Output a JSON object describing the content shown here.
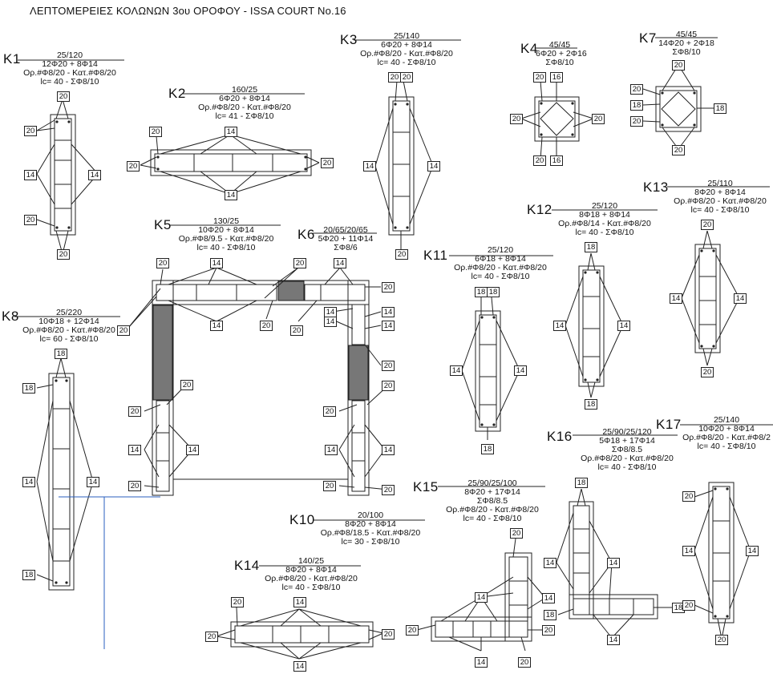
{
  "title": "ΛΕΠΤΟΜΕΡΕΙΕΣ ΚΟΛΩΝΩΝ 3ου ΟΡΟΦΟΥ - ISSA COURT No.16",
  "columns": {
    "k1": {
      "name": "K1",
      "dim": "25/120",
      "main": "12Φ20 + 8Φ14",
      "ties": "Ορ.#Φ8/20 - Κατ.#Φ8/20",
      "lc": "lc= 40 - ΣΦ8/10"
    },
    "k2": {
      "name": "K2",
      "dim": "160/25",
      "main": "6Φ20 + 8Φ14",
      "ties": "Ορ.#Φ8/20 - Κατ.#Φ8/20",
      "lc": "lc= 41 - ΣΦ8/10"
    },
    "k3": {
      "name": "K3",
      "dim": "25/140",
      "main": "6Φ20 + 8Φ14",
      "ties": "Ορ.#Φ8/20 - Κατ.#Φ8/20",
      "lc": "lc= 40 - ΣΦ8/10"
    },
    "k4": {
      "name": "K4",
      "dim": "45/45",
      "main": "6Φ20 + 2Φ16",
      "ties": "ΣΦ8/10"
    },
    "k7": {
      "name": "K7",
      "dim": "45/45",
      "main": "14Φ20 + 2Φ18",
      "ties": "ΣΦ8/10"
    },
    "k5": {
      "name": "K5",
      "dim": "130/25",
      "main": "10Φ20 + 8Φ14",
      "ties": "Ορ.#Φ8/9.5 - Κατ.#Φ8/20",
      "lc": "lc= 40 - ΣΦ8/10"
    },
    "k6": {
      "name": "K6",
      "dim": "20/65/20/65",
      "main": "5Φ20 + 11Φ14",
      "ties": "ΣΦ8/6"
    },
    "k8": {
      "name": "K8",
      "dim": "25/220",
      "main": "10Φ18 + 12Φ14",
      "ties": "Ορ.#Φ8/20 - Κατ.#Φ8/20",
      "lc": "lc= 60 - ΣΦ8/10"
    },
    "k11": {
      "name": "K11",
      "dim": "25/120",
      "main": "6Φ18 + 8Φ14",
      "ties": "Ορ.#Φ8/20 - Κατ.#Φ8/20",
      "lc": "lc= 40 - ΣΦ8/10"
    },
    "k12": {
      "name": "K12",
      "dim": "25/120",
      "main": "8Φ18 + 8Φ14",
      "ties": "Ορ.#Φ8/14 - Κατ.#Φ8/20",
      "lc": "lc= 40 - ΣΦ8/10"
    },
    "k13": {
      "name": "K13",
      "dim": "25/110",
      "main": "8Φ20 + 8Φ14",
      "ties": "Ορ.#Φ8/20 - Κατ.#Φ8/20",
      "lc": "lc= 40 - ΣΦ8/10"
    },
    "k10": {
      "name": "K10",
      "dim": "20/100",
      "main": "8Φ20 + 8Φ14",
      "ties": "Ορ.#Φ8/18.5 - Κατ.#Φ8/20",
      "lc": "lc= 30 - ΣΦ8/10"
    },
    "k14": {
      "name": "K14",
      "dim": "140/25",
      "main": "8Φ20 + 8Φ14",
      "ties": "Ορ.#Φ8/20 - Κατ.#Φ8/20",
      "lc": "lc= 40 - ΣΦ8/10"
    },
    "k15": {
      "name": "K15",
      "dim": "25/90/25/100",
      "main": "8Φ20 + 17Φ14",
      "ties": "ΣΦ8/8.5",
      "extra": "Ορ.#Φ8/20 - Κατ.#Φ8/20",
      "lc": "lc= 40 - ΣΦ8/10"
    },
    "k16": {
      "name": "K16",
      "dim": "25/90/25/120",
      "main": "5Φ18 + 17Φ14",
      "ties": "ΣΦ8/8.5",
      "extra": "Ορ.#Φ8/20 - Κατ.#Φ8/20",
      "lc": "lc= 40 - ΣΦ8/10"
    },
    "k17": {
      "name": "K17",
      "dim": "25/140",
      "main": "10Φ20 + 8Φ14",
      "ties": "Ορ.#Φ8/20 - Κατ.#Φ8/2",
      "lc": "lc= 40 - ΣΦ8/10"
    }
  },
  "bar_labels": {
    "b14": "14",
    "b16": "16",
    "b18": "18",
    "b20": "20"
  }
}
